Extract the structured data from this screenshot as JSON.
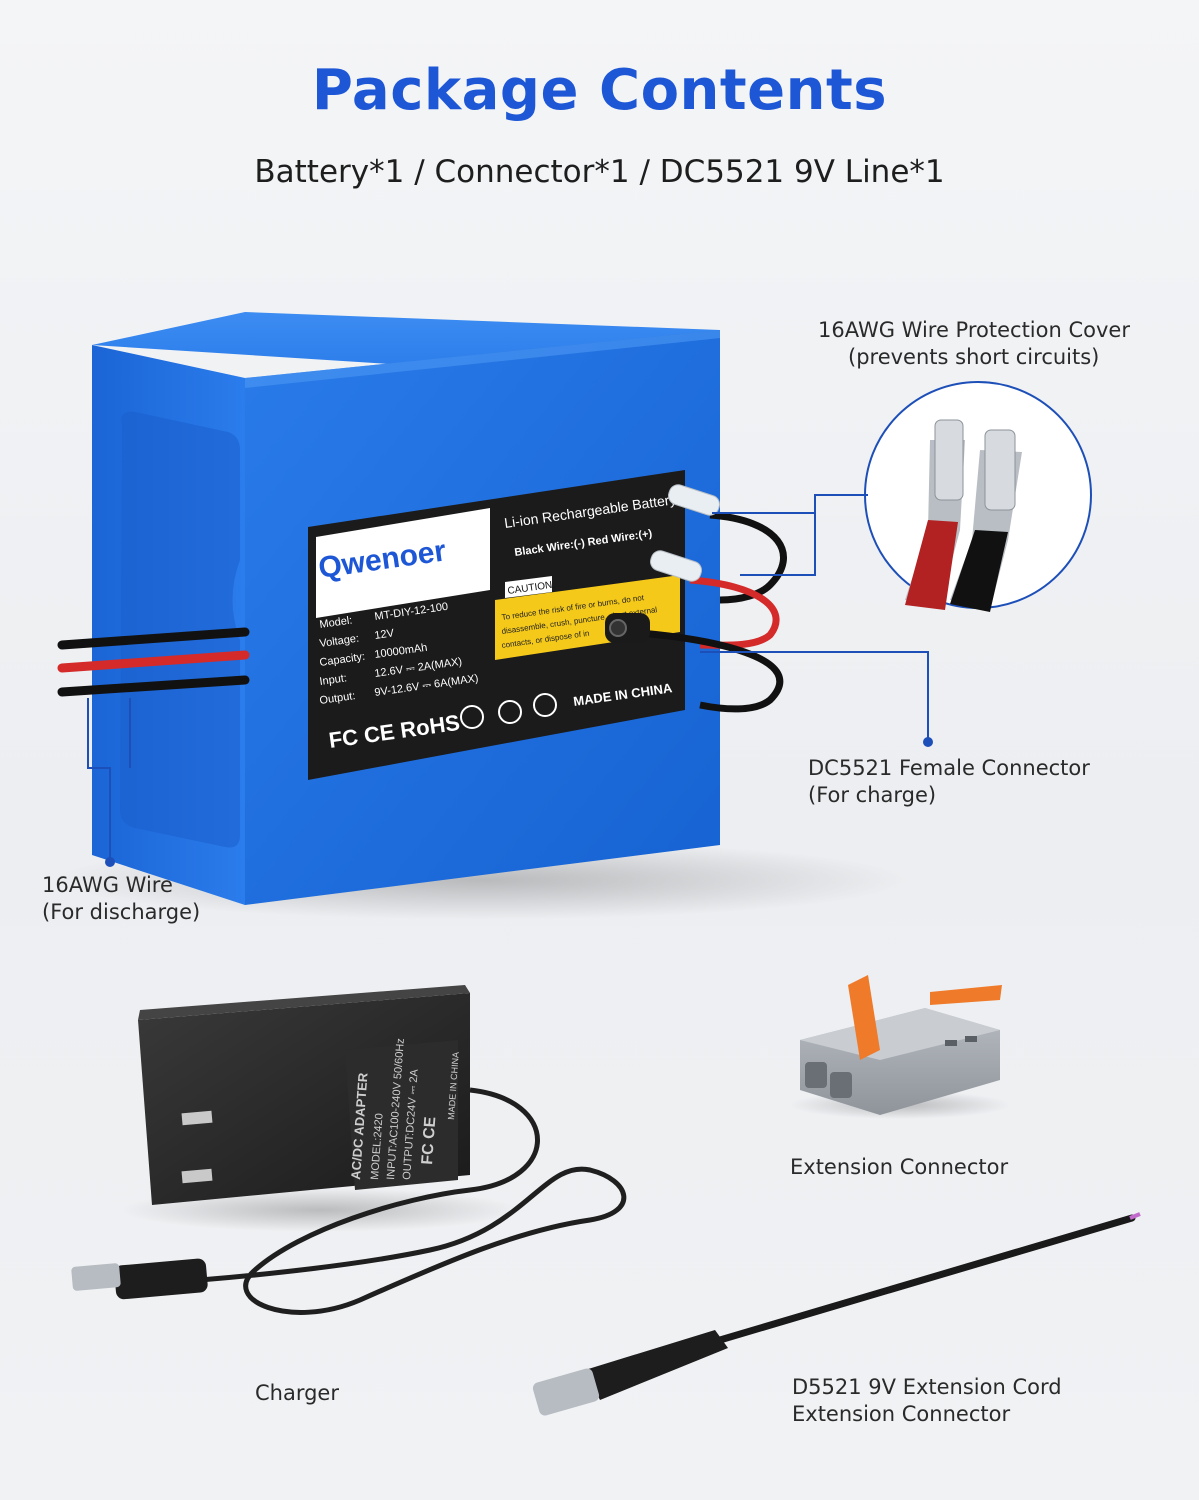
{
  "header": {
    "title": "Package Contents",
    "subtitle": "Battery*1 / Connector*1 / DC5521 9V Line*1"
  },
  "colors": {
    "title": "#1d57d6",
    "battery_blue": "#1e6fe0",
    "leader_line": "#1d4fb8",
    "caution_yellow": "#f5c91a",
    "label_black": "#1b1b1b"
  },
  "callouts": {
    "protection_cover": {
      "line1": "16AWG Wire Protection Cover",
      "line2": "(prevents short circuits)"
    },
    "dc_connector": {
      "line1": "DC5521 Female Connector",
      "line2": "(For charge)"
    },
    "discharge_wire": {
      "line1": "16AWG Wire",
      "line2": "(For discharge)"
    },
    "extension_connector": {
      "line1": "Extension Connector"
    },
    "charger": {
      "line1": "Charger"
    },
    "extension_cord": {
      "line1": "D5521 9V Extension Cord",
      "line2": "Extension Connector"
    }
  },
  "battery_label": {
    "brand": "Qwenoer",
    "heading": "Li-ion Rechargeable Battery",
    "wires": "Black Wire:(-)   Red Wire:(+)",
    "caution_title": "CAUTION:",
    "caution_text_1": "To reduce the risk of fire or burns, do not",
    "caution_text_2": "disassemble, crush, puncture, short external",
    "caution_text_3": "contacts, or dispose of in",
    "specs": [
      {
        "key": "Model:",
        "value": "MT-DIY-12-100"
      },
      {
        "key": "Voltage:",
        "value": "12V"
      },
      {
        "key": "Capacity:",
        "value": "10000mAh"
      },
      {
        "key": "Input:",
        "value": "12.6V ⎓ 2A(MAX)"
      },
      {
        "key": "Output:",
        "value": "9V-12.6V ⎓ 6A(MAX)"
      }
    ],
    "cert_marks": "FC CE RoHS",
    "origin": "MADE IN CHINA"
  },
  "charger_label": {
    "heading": "AC/DC ADAPTER",
    "model": "MODEL:2420",
    "input": "INPUT:AC100-240V 50/60Hz",
    "output": "OUTPUT:DC24V ⎓ 2A",
    "origin": "MADE IN CHINA",
    "marks": "FC CE"
  }
}
